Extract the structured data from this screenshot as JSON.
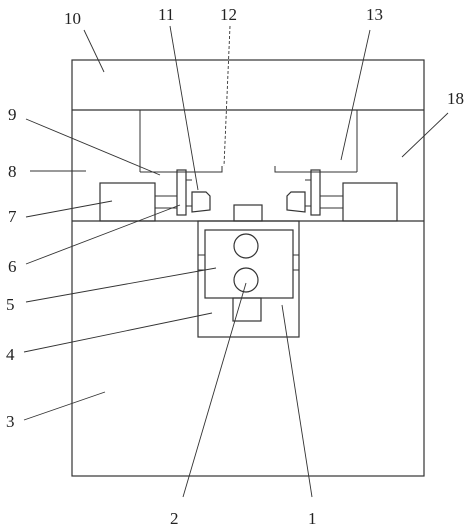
{
  "labels": [
    {
      "key": "l10",
      "text": "10"
    },
    {
      "key": "l11",
      "text": "11"
    },
    {
      "key": "l12",
      "text": "12"
    },
    {
      "key": "l13",
      "text": "13"
    },
    {
      "key": "l18",
      "text": "18"
    },
    {
      "key": "l9",
      "text": "9"
    },
    {
      "key": "l8",
      "text": "8"
    },
    {
      "key": "l7",
      "text": "7"
    },
    {
      "key": "l6",
      "text": "6"
    },
    {
      "key": "l5",
      "text": "5"
    },
    {
      "key": "l4",
      "text": "4"
    },
    {
      "key": "l3",
      "text": "3"
    },
    {
      "key": "l2",
      "text": "2"
    },
    {
      "key": "l1",
      "text": "1"
    }
  ]
}
